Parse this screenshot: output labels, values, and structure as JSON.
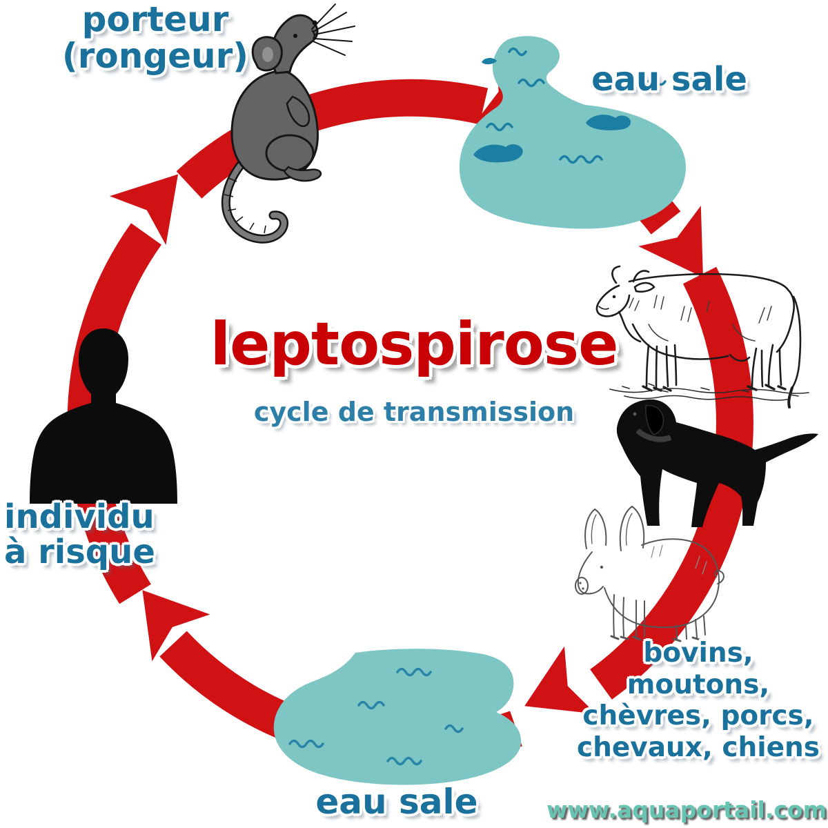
{
  "title": {
    "main": "leptospirose",
    "subtitle": "cycle de transmission"
  },
  "labels": {
    "carrier": {
      "line1": "porteur",
      "line2": "(rongeur)"
    },
    "dirty_water_top": "eau sale",
    "farm_animals": {
      "line1": "bovins, moutons,",
      "line2": "chèvres, porcs,",
      "line3": "chevaux, chiens"
    },
    "dirty_water_bottom": "eau sale",
    "at_risk_individual": {
      "line1": "individu",
      "line2": "à risque"
    }
  },
  "watermark": "www.aquaportail.com",
  "cycle": {
    "direction": "clockwise",
    "steps": [
      "porteur (rongeur)",
      "eau sale",
      "bovins, moutons, chèvres, porcs, chevaux, chiens",
      "eau sale",
      "individu à risque"
    ]
  },
  "colors": {
    "arrow_red": "#d01215",
    "title_red": "#c90003",
    "label_blue": "#19719c",
    "subtitle_blue": "#2e7fa8",
    "water_teal": "#7ec6c4",
    "water_detail_teal": "#1d7ea4",
    "watermark_teal": "#68c4b2",
    "silhouette_black": "#0c0c0c",
    "rat_gray": "#646464"
  }
}
